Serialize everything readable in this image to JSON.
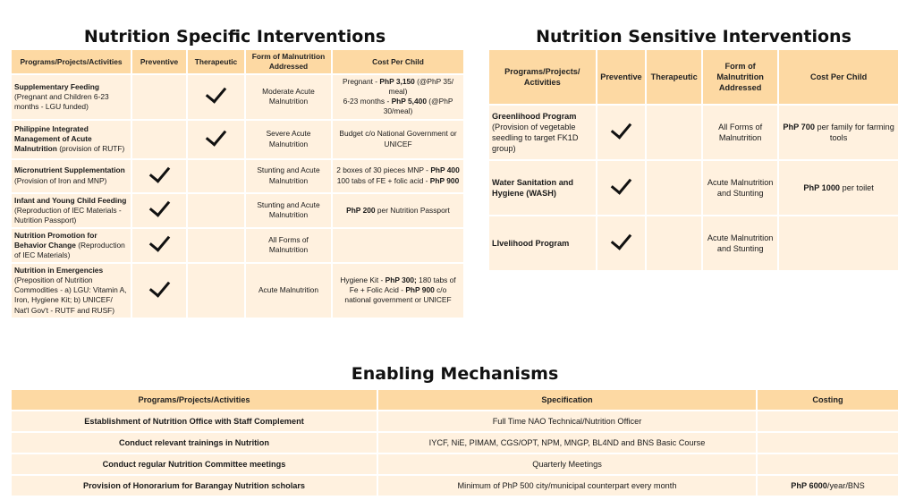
{
  "specific": {
    "title": "Nutrition Specific Interventions",
    "headers": [
      "Programs/Projects/Activities",
      "Preventive",
      "Therapeutic",
      "Form of Malnutrition Addressed",
      "Cost Per Child"
    ],
    "rows": [
      {
        "prog_bold": "Supplementary Feeding",
        "prog_rest": "(Pregnant and Children 6-23 months - LGU funded)",
        "preventive": false,
        "therapeutic": true,
        "form": "Moderate Acute Malnutrition",
        "cost_parts": [
          {
            "t": "Pregnant - ",
            "b": false
          },
          {
            "t": "PhP 3,150",
            "b": true
          },
          {
            "t": " (@PhP 35/ meal)",
            "b": false
          },
          {
            "t": "6-23 months - ",
            "b": false,
            "br": true
          },
          {
            "t": "PhP 5,400",
            "b": true
          },
          {
            "t": " (@PhP 30/meal)",
            "b": false
          }
        ]
      },
      {
        "prog_bold": "Philippine Integrated Management of Acute Malnutrition",
        "prog_rest": "(provision of RUTF)",
        "preventive": false,
        "therapeutic": true,
        "form": "Severe Acute Malnutrition",
        "cost_parts": [
          {
            "t": "Budget c/o National Government or UNICEF",
            "b": false
          }
        ]
      },
      {
        "prog_bold": "Micronutrient Supplementation",
        "prog_rest": "(Provision of Iron and MNP)",
        "preventive": true,
        "therapeutic": false,
        "form": "Stunting and Acute Malnutrition",
        "cost_parts": [
          {
            "t": "2 boxes of 30 pieces MNP - ",
            "b": false
          },
          {
            "t": "PhP 400",
            "b": true
          },
          {
            "t": "100 tabs of FE + folic acid - ",
            "b": false,
            "br": true
          },
          {
            "t": "PhP 900",
            "b": true
          }
        ]
      },
      {
        "prog_bold": "Infant and Young Child Feeding",
        "prog_rest": "(Reproduction of IEC Materials - Nutrition Passport)",
        "preventive": true,
        "therapeutic": false,
        "form": "Stunting and Acute Malnutrition",
        "cost_parts": [
          {
            "t": "PhP 200",
            "b": true
          },
          {
            "t": " per Nutrition Passport",
            "b": false
          }
        ]
      },
      {
        "prog_bold": "Nutrition Promotion for Behavior Change",
        "prog_rest": "(Reproduction of IEC Materials)",
        "preventive": true,
        "therapeutic": false,
        "form": "All Forms of Malnutrition",
        "cost_parts": []
      },
      {
        "prog_bold": "Nutrition in Emergencies",
        "prog_rest": "(Preposition of Nutrition Commodities - a) LGU: Vitamin A, Iron, Hygiene Kit; b) UNICEF/ Nat'l Gov't - RUTF and RUSF)",
        "preventive": true,
        "therapeutic": false,
        "form": "Acute Malnutrition",
        "cost_parts": [
          {
            "t": "Hygiene Kit - ",
            "b": false
          },
          {
            "t": "PhP 300;",
            "b": true
          },
          {
            "t": " 180 tabs of Fe + Folic Acid - ",
            "b": false
          },
          {
            "t": "PhP 900",
            "b": true
          },
          {
            "t": " c/o national government or UNICEF",
            "b": false
          }
        ]
      }
    ]
  },
  "sensitive": {
    "title": "Nutrition Sensitive Interventions",
    "headers": [
      "Programs/Projects/ Activities",
      "Preventive",
      "Therapeutic",
      "Form of Malnutrition Addressed",
      "Cost Per Child"
    ],
    "rows": [
      {
        "prog_bold": "Greenlihood Program",
        "prog_rest": "(Provision of vegetable seedling to target FK1D group)",
        "preventive": true,
        "therapeutic": false,
        "form": "All Forms of Malnutrition",
        "cost_parts": [
          {
            "t": "PhP 700",
            "b": true
          },
          {
            "t": " per family for farming tools",
            "b": false
          }
        ]
      },
      {
        "prog_bold": "Water Sanitation and Hygiene (WASH)",
        "prog_rest": "",
        "preventive": true,
        "therapeutic": false,
        "form": "Acute Malnutrition and Stunting",
        "cost_parts": [
          {
            "t": "PhP 1000",
            "b": true
          },
          {
            "t": " per toilet",
            "b": false
          }
        ]
      },
      {
        "prog_bold": "LIvelihood Program",
        "prog_rest": "",
        "preventive": true,
        "therapeutic": false,
        "form": "Acute Malnutrition and Stunting",
        "cost_parts": []
      }
    ]
  },
  "enabling": {
    "title": "Enabling Mechanisms",
    "headers": [
      "Programs/Projects/Activities",
      "Specification",
      "Costing"
    ],
    "rows": [
      {
        "program": "Establishment of Nutrition Office with Staff Complement",
        "spec": "Full Time NAO Technical/Nutrition Officer",
        "cost_bold": "",
        "cost_rest": ""
      },
      {
        "program": "Conduct relevant trainings in Nutrition",
        "spec": "IYCF, NiE, PIMAM, CGS/OPT, NPM, MNGP, BL4ND and BNS Basic Course",
        "cost_bold": "",
        "cost_rest": ""
      },
      {
        "program": "Conduct regular Nutrition Committee meetings",
        "spec": "Quarterly Meetings",
        "cost_bold": "",
        "cost_rest": ""
      },
      {
        "program": "Provision of Honorarium for Barangay Nutrition scholars",
        "spec": "Minimum of PhP 500 city/municipal counterpart every month",
        "cost_bold": "PhP 6000",
        "cost_rest": "/year/BNS"
      }
    ]
  },
  "icons": {
    "check": "checkmark-icon"
  },
  "colors": {
    "header_bg": "#fdd9a3",
    "cell_bg": "#fff1df"
  }
}
